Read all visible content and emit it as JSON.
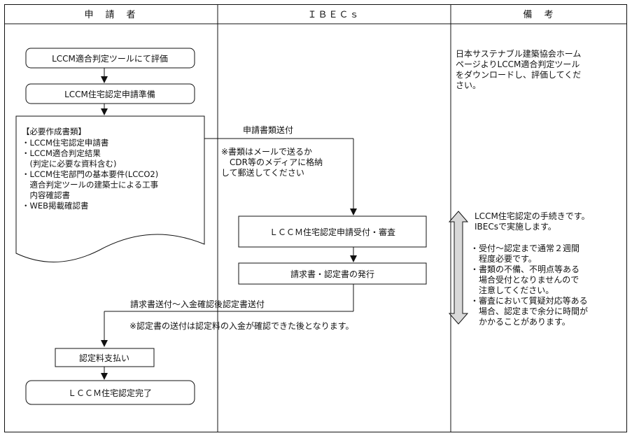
{
  "columns": {
    "applicant": "申　請　者",
    "ibecs": "ＩＢＥＣｓ",
    "remarks": "備　考"
  },
  "steps": {
    "evaluate": "LCCM適合判定ツールにて評価",
    "prepare": "LCCM住宅認定申請準備",
    "receive_review": "ＬＣＣＭ住宅認定申請受付・審査",
    "issue": "請求書・認定書の発行",
    "payment": "認定料支払い",
    "complete": "ＬＣＣＭ住宅認定完了"
  },
  "documents": {
    "heading": "【必要作成書類】",
    "items": [
      "・LCCM住宅認定申請書",
      "・LCCM適合判定結果",
      "　(判定に必要な資料含む)",
      "・LCCM住宅部門の基本要件(LCCO2)",
      "　適合判定ツールの建築士による工事",
      "　内容確認書",
      "・WEB掲載確認書"
    ]
  },
  "flow_labels": {
    "send_docs": "申請書類送付",
    "send_note": [
      "※書類はメールで送るか",
      "　CDR等のメディアに格納",
      "して郵送してください"
    ],
    "invoice_send": "請求書送付～入金確認後認定書送付",
    "invoice_note": "※認定書の送付は認定料の入金が確認できた後となります。"
  },
  "remarks": {
    "download_note": [
      "日本サステナブル建築協会ホーム",
      "ページよりLCCM適合判定ツール",
      "をダウンロードし、評価してくだ",
      "さい。"
    ],
    "procedure": [
      "LCCM住宅認定の手続きです。",
      "IBECsで実施します。"
    ],
    "bullets": [
      "・受付～認定まで通常２週間",
      "　程度必要です。",
      "・書類の不備、不明点等ある",
      "　場合受付となりませんので",
      "　注意してください。",
      "・審査において質疑対応等ある",
      "　場合、認定まで余分に時間が",
      "　かかることがあります。"
    ]
  },
  "colors": {
    "line": "#111111",
    "arrow_fill": "#d9d9d9"
  }
}
